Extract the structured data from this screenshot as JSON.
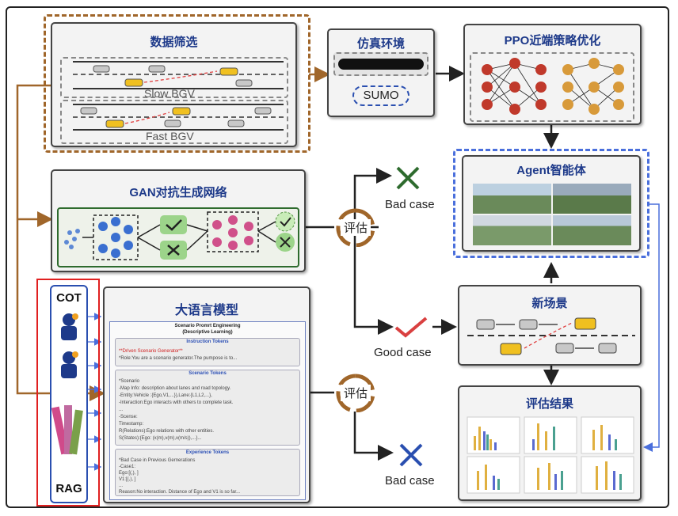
{
  "data_filter": {
    "title": "数据筛选",
    "slow_label": "Slow BGV",
    "fast_label": "Fast BGV"
  },
  "sim_env": {
    "title": "仿真环境",
    "sumo_label": "SUMO"
  },
  "ppo": {
    "title": "PPO近端策略优化"
  },
  "agent": {
    "title": "Agent智能体"
  },
  "gan": {
    "title": "GAN对抗生成网络"
  },
  "llm": {
    "title": "大语言模型",
    "doc_header_1": "Scenario Promrt Engineering",
    "doc_header_2": "(Descriptive Learning)",
    "instruction_title": "Instruction Tokens",
    "instruction_lines": [
      "**Driven Scenario Generator**",
      "*Role:You are a scenario generator.The pumpose is to..."
    ],
    "scenario_title": "Scenario Tokens",
    "scenario_lines": [
      "*Scenario",
      "-Map Info: description about lanes and road topology.",
      "-Entity:Vehicle :{Ego,V1,...}),Lane:{L1,L2,...},",
      "-Interaction:Ego interacts with others to complete task.",
      "...",
      "-Scense:",
      "Timestamp:",
      "R(Relations):Ego relations with other entities.",
      "S(States):{Ego:   (x(m),v(m),v(m/s)),...}..."
    ],
    "experience_title": "Experience Tokens",
    "experience_lines": [
      "*Bad Case in Previous Gernerations",
      "-Case1:",
      "Ego:[(,),       ]",
      "V1:[(,),   ]",
      "...",
      "Reason:No interaction. Distance of Ego and V1 is so far..."
    ]
  },
  "side": {
    "cot": "COT",
    "rag": "RAG"
  },
  "eval": {
    "eval_top": "评估",
    "eval_bottom": "评估",
    "bad_case_top": "Bad case",
    "good_case": "Good case",
    "bad_case_bottom": "Bad case"
  },
  "new_scene": {
    "title": "新场景"
  },
  "results": {
    "title": "评估结果"
  },
  "colors": {
    "brown": "#a0662a",
    "blue_title": "#1e3a8a",
    "dashed_blue": "#4a6fdc",
    "red_border": "#e02020",
    "green": "#2e6b2e",
    "red_check": "#d94040",
    "cross_blue": "#2a4fb0"
  }
}
